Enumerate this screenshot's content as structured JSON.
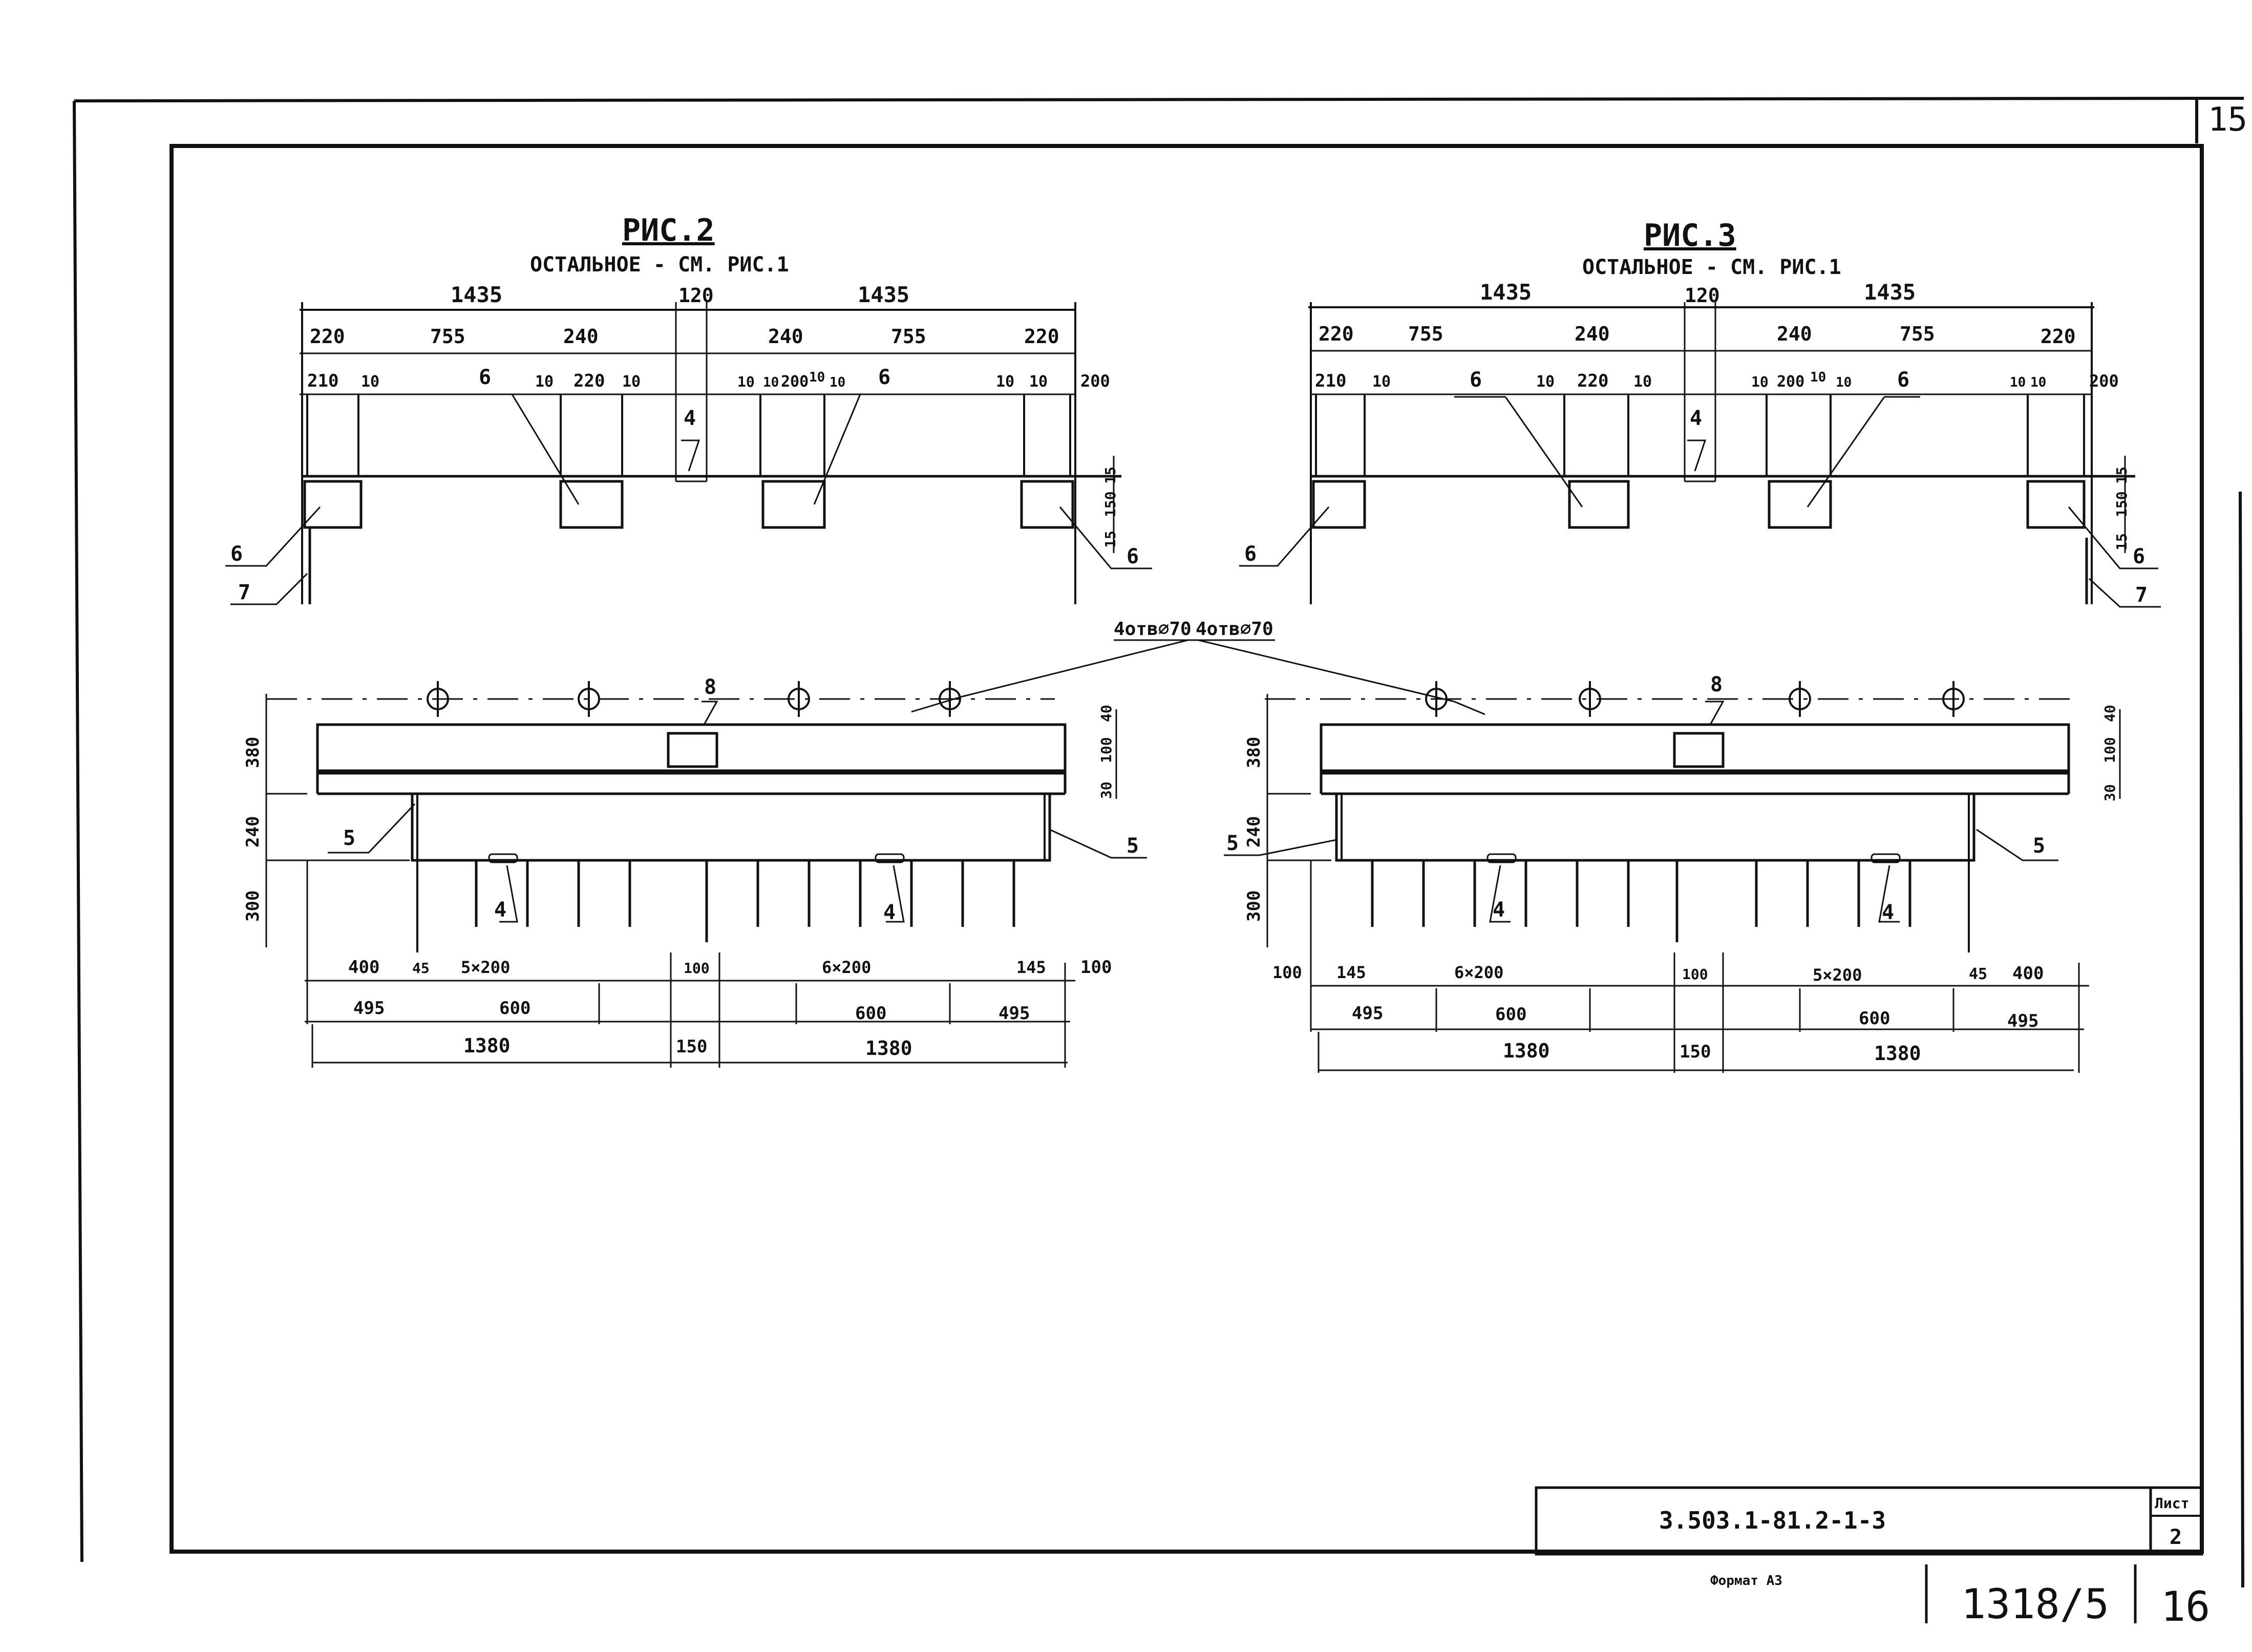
{
  "sheet": {
    "corner_number": "15",
    "stamp_code": "3.503.1-81.2-1-3",
    "sheet_label": "Лист",
    "sheet_number": "2",
    "format_note": "Формат А3",
    "archive_number": "1318/5",
    "page_number": "16"
  },
  "fig2": {
    "title": "РИС.2",
    "subtitle": "ОСТАЛЬНОЕ - СМ. РИС.1",
    "top_dims": {
      "d1435a": "1435",
      "d120": "120",
      "d1435b": "1435"
    },
    "row2": [
      "220",
      "755",
      "240",
      "240",
      "755",
      "220"
    ],
    "row3": [
      "210",
      "10",
      "10",
      "220",
      "10",
      "10",
      "10",
      "200",
      "10",
      "10",
      "10",
      "10",
      "200"
    ],
    "right_dims": [
      "15",
      "150",
      "15"
    ],
    "side_dims": [
      "380",
      "240",
      "300"
    ],
    "beam_dims": [
      "40",
      "100",
      "30"
    ],
    "bottom_row1": [
      "400",
      "45",
      "5×200",
      "100",
      "6×200",
      "145",
      "100"
    ],
    "bottom_row2": [
      "495",
      "600",
      "600",
      "495"
    ],
    "bottom_row3": [
      "1380",
      "150",
      "1380"
    ],
    "callouts": {
      "c4": "4",
      "c6": "6",
      "c7": "7",
      "c8": "8",
      "c5": "5"
    },
    "holes": "4отв⌀70"
  },
  "fig3": {
    "title": "РИС.3",
    "subtitle": "ОСТАЛЬНОЕ - СМ. РИС.1",
    "top_dims": {
      "d1435a": "1435",
      "d120": "120",
      "d1435b": "1435"
    },
    "row2": [
      "220",
      "755",
      "240",
      "240",
      "755",
      "220"
    ],
    "row3": [
      "210",
      "10",
      "10",
      "220",
      "10",
      "10",
      "200",
      "10",
      "10",
      "10",
      "10",
      "200"
    ],
    "right_dims": [
      "15",
      "150",
      "15"
    ],
    "side_dims": [
      "380",
      "240",
      "300"
    ],
    "beam_dims": [
      "40",
      "100",
      "30"
    ],
    "bottom_row1": [
      "100",
      "145",
      "6×200",
      "100",
      "5×200",
      "45",
      "400"
    ],
    "bottom_row2": [
      "495",
      "600",
      "600",
      "495"
    ],
    "bottom_row3": [
      "1380",
      "150",
      "1380"
    ],
    "callouts": {
      "c4": "4",
      "c6": "6",
      "c7": "7",
      "c8": "8",
      "c5": "5"
    },
    "holes": "4отв⌀70"
  }
}
